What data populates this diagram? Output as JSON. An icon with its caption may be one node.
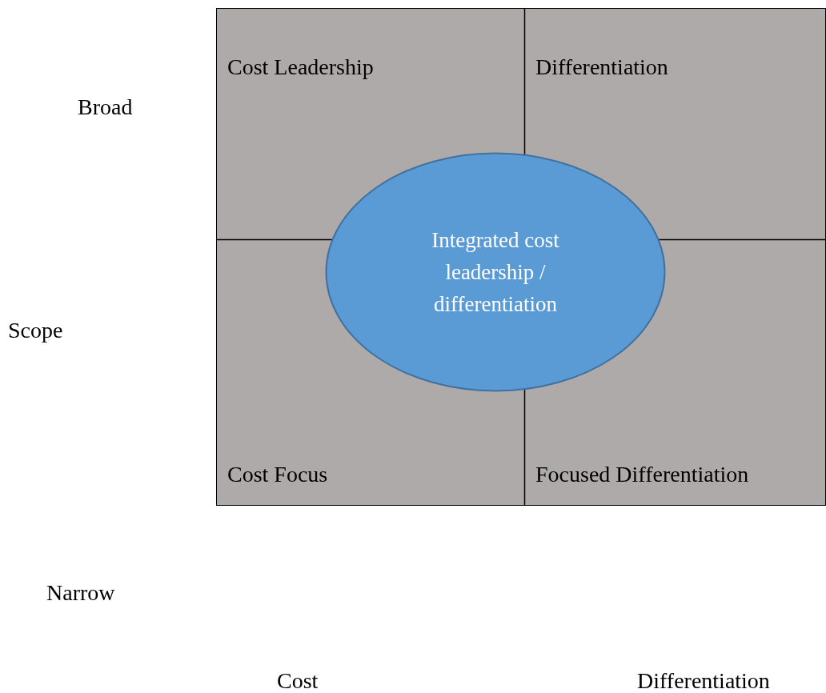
{
  "diagram": {
    "nodes": [
      {
        "text": [
          "Cost Leadership"
        ]
      },
      {
        "text": [
          "Differentiation"
        ]
      },
      {
        "text": [
          "Cost Focus"
        ]
      },
      {
        "text": [
          "Focused Differentiation"
        ]
      },
      {
        "text": [
          "Integrated cost leadership / differentiation"
        ]
      }
    ],
    "labels": [
      "Broad",
      "Scope",
      "Narrow",
      "Cost",
      "Differentiation"
    ]
  }
}
